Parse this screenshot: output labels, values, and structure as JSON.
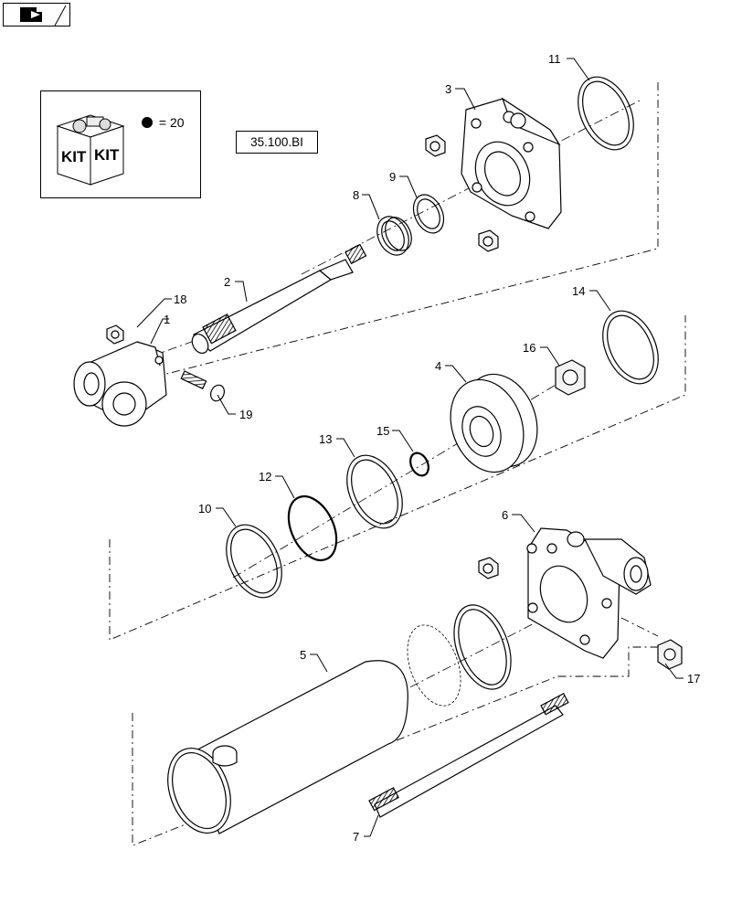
{
  "ref_code": "35.100.BI",
  "kit": {
    "label_left": "KIT",
    "label_right": "KIT",
    "equals": "=",
    "quantity": "20"
  },
  "callouts": [
    "1",
    "2",
    "3",
    "4",
    "5",
    "6",
    "7",
    "8",
    "9",
    "10",
    "11",
    "12",
    "13",
    "14",
    "15",
    "16",
    "17",
    "18",
    "19"
  ]
}
